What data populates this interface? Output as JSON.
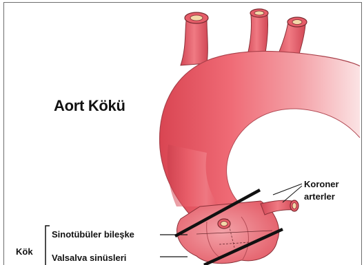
{
  "diagram": {
    "title": "Aort Kökü",
    "labels": {
      "coronary_line1": "Koroner",
      "coronary_line2": "arterler",
      "sinotubular": "Sinotübüler bileşke",
      "valsalva": "Valsalva sinüsleri",
      "root": "Kök"
    },
    "colors": {
      "aorta_fill": "#ea5a66",
      "aorta_highlight": "#f8c4c7",
      "aorta_dark": "#c8404c",
      "vessel_lumen": "#f3d7a8",
      "outline": "#7a2a30",
      "annotation_lines": "#111111"
    }
  }
}
